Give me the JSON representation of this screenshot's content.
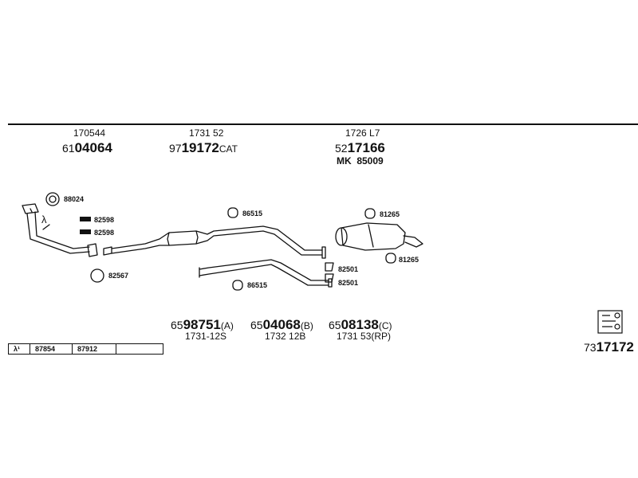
{
  "top_parts": [
    {
      "ref": "170544",
      "prefix": "61",
      "number": "04064",
      "suffix": ""
    },
    {
      "ref": "1731 52",
      "prefix": "97",
      "number": "19172",
      "suffix": "CAT"
    },
    {
      "ref": "1726 L7",
      "prefix": "52",
      "number": "17166",
      "suffix": "",
      "extra": "MK  85009"
    }
  ],
  "small_parts": {
    "p88024": "88024",
    "p82598a": "82598",
    "p82598b": "82598",
    "p82567": "82567",
    "p86515a": "86515",
    "p86515b": "86515",
    "p81265a": "81265",
    "p81265b": "81265",
    "p82501a": "82501",
    "p82501b": "82501"
  },
  "lambda": "λ",
  "bottom_parts": [
    {
      "prefix": "65",
      "number": "98751",
      "suffix": "(A)",
      "ref": "1731-12S"
    },
    {
      "prefix": "65",
      "number": "04068",
      "suffix": "(B)",
      "ref": "1732 12B"
    },
    {
      "prefix": "65",
      "number": "08138",
      "suffix": "(C)",
      "ref": "1731 53(RP)"
    }
  ],
  "ref_table": {
    "c0": "λ¹",
    "c1": "87854",
    "c2": "87912",
    "c3": ""
  },
  "kit": {
    "prefix": "73",
    "number": "17172"
  }
}
